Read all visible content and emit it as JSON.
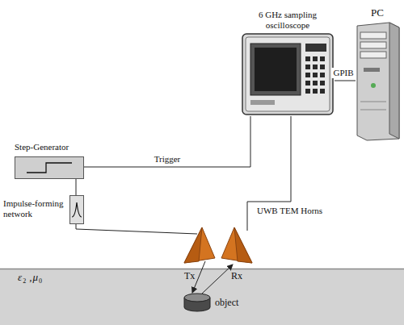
{
  "diagram": {
    "nodes": [
      {
        "text": [
          "Step-Generator"
        ]
      },
      {
        "text": [
          "Impulse-forming network"
        ]
      },
      {
        "text": [
          "6 GHz sampling oscilloscope"
        ]
      },
      {
        "text": [
          "PC"
        ]
      },
      {
        "text": [
          "Tx"
        ]
      },
      {
        "text": [
          "Rx"
        ]
      },
      {
        "text": [
          "object"
        ]
      }
    ],
    "edges": [
      {
        "from": 0,
        "to": 2,
        "label": "Trigger",
        "arrow": "none"
      },
      {
        "from": 0,
        "to": 1,
        "arrow": "none"
      },
      {
        "from": 1,
        "to": 4,
        "arrow": "none"
      },
      {
        "from": 5,
        "to": 2,
        "arrow": "none"
      },
      {
        "from": 2,
        "to": 3,
        "label": "GPIB",
        "arrow": "none"
      },
      {
        "from": 4,
        "to": 6,
        "arrow": "to"
      },
      {
        "from": 6,
        "to": 5,
        "arrow": "to"
      }
    ],
    "labels": [
      "UWB TEM Horns",
      "ε",
      "2",
      ",",
      "μ",
      "0"
    ]
  }
}
